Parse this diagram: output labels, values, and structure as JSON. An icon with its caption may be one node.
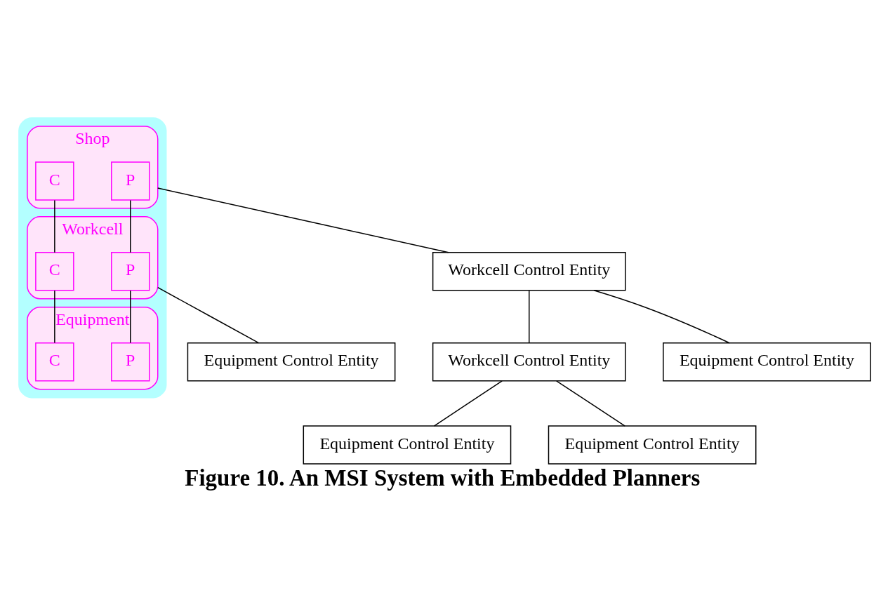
{
  "diagram": {
    "caption": "Figure 10. An MSI System with Embedded Planners",
    "nodes": [
      {
        "text": [],
        "shape": "cloud"
      },
      {
        "text": [
          "Shop"
        ],
        "in": 0
      },
      {
        "text": [
          "P"
        ],
        "in": 1
      },
      {
        "text": [
          "C"
        ],
        "in": 1
      },
      {
        "text": [
          "Workcell"
        ],
        "in": 0
      },
      {
        "text": [
          "P"
        ],
        "in": 4
      },
      {
        "text": [
          "C"
        ],
        "in": 4
      },
      {
        "text": [
          "Equipment"
        ],
        "in": 0
      },
      {
        "text": [
          "P"
        ],
        "in": 7
      },
      {
        "text": [
          "C"
        ],
        "in": 7
      },
      {
        "text": [
          "Workcell Control Entity"
        ]
      },
      {
        "text": [
          "Equipment Control Entity"
        ]
      },
      {
        "text": [
          "Workcell Control Entity"
        ]
      },
      {
        "text": [
          "Equipment Control Entity"
        ]
      },
      {
        "text": [
          "Equipment Control Entity"
        ]
      },
      {
        "text": [
          "Equipment Control Entity"
        ]
      }
    ],
    "edges": [
      {
        "from": 2,
        "to": 5,
        "arrow": "none"
      },
      {
        "from": 3,
        "to": 6,
        "arrow": "none"
      },
      {
        "from": 5,
        "to": 8,
        "arrow": "none"
      },
      {
        "from": 6,
        "to": 9,
        "arrow": "none"
      },
      {
        "from": 1,
        "to": 10,
        "arrow": "none"
      },
      {
        "from": 4,
        "to": 11,
        "arrow": "none"
      },
      {
        "from": 10,
        "to": 12,
        "arrow": "none"
      },
      {
        "from": 10,
        "to": 13,
        "arrow": "none"
      },
      {
        "from": 12,
        "to": 14,
        "arrow": "none"
      },
      {
        "from": 12,
        "to": 15,
        "arrow": "none"
      }
    ]
  }
}
